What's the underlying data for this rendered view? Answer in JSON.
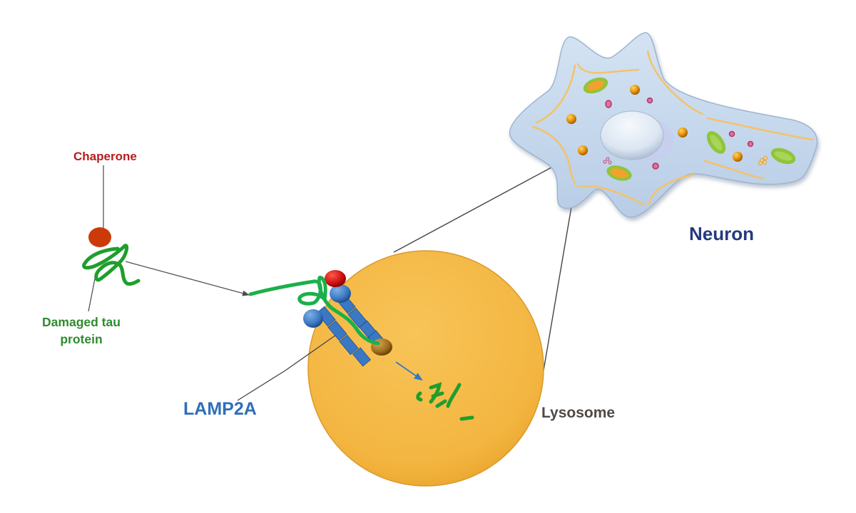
{
  "diagram": {
    "title": "Chaperone-mediated autophagy of damaged tau protein in a neuron",
    "labels": {
      "chaperone": "Chaperone",
      "damaged_tau_line1": "Damaged tau",
      "damaged_tau_line2": "protein",
      "lamp2a": "LAMP2A",
      "lysosome": "Lysosome",
      "neuron": "Neuron"
    },
    "colors": {
      "chaperone": "#cc3a0a",
      "tau": "#1f9e2c",
      "lamp2a": "#3a78c4",
      "lysosome": "#f5b940",
      "neuron": "#c6d8ec",
      "neuron_label": "#253a7e",
      "lamp2a_label": "#2f6fb8",
      "chaperone_label": "#b81c1c",
      "tau_label": "#2e8b2e",
      "lysosome_label": "#4f4a45"
    },
    "nodes": [
      {
        "id": "chaperone",
        "label_key": "chaperone"
      },
      {
        "id": "damaged-tau",
        "label_key": "damaged_tau"
      },
      {
        "id": "lamp2a",
        "label_key": "lamp2a"
      },
      {
        "id": "lysosome",
        "label_key": "lysosome"
      },
      {
        "id": "neuron",
        "label_key": "neuron"
      }
    ],
    "edges": [
      {
        "from": "chaperone-tau-complex",
        "to": "lamp2a",
        "type": "arrow"
      },
      {
        "from": "lamp2a-complex",
        "to": "tau-fragments",
        "type": "arrow"
      },
      {
        "from": "lysosome",
        "to": "neuron-lysosome",
        "type": "zoom-lines"
      }
    ]
  }
}
